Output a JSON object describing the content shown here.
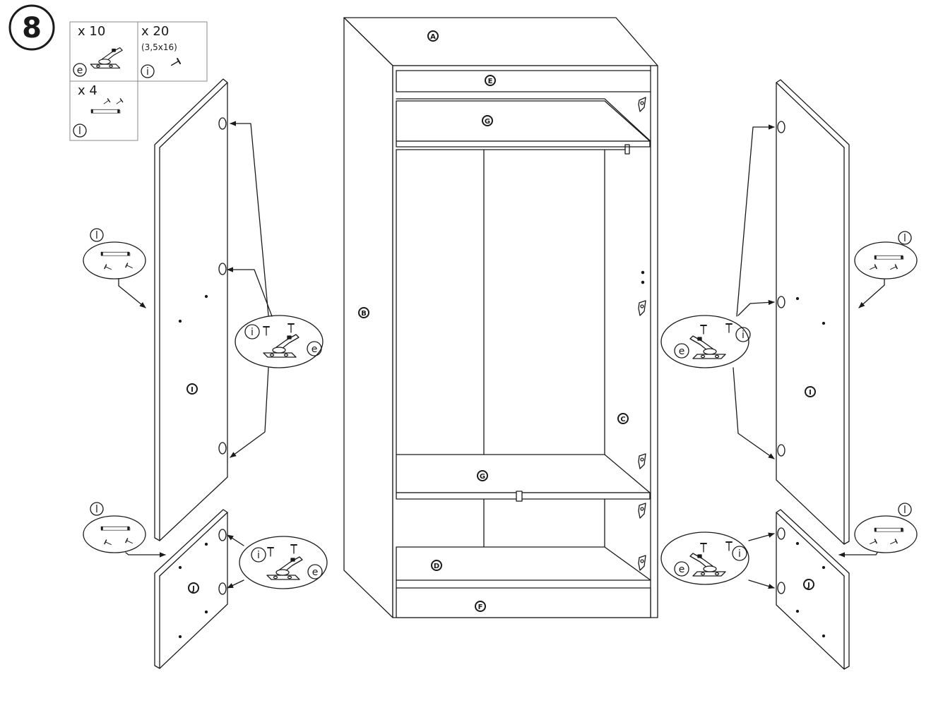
{
  "step": {
    "number": "8"
  },
  "parts_box": {
    "hinge": {
      "qty": "x 10",
      "code": "e"
    },
    "screw": {
      "qty": "x 20",
      "size": "(3,5x16)",
      "code": "i"
    },
    "handle": {
      "qty": "x 4",
      "code": "l"
    }
  },
  "panel_labels": {
    "top": "A",
    "left_side": "B",
    "right_side": "C",
    "bottom": "D",
    "top_rail": "E",
    "plinth": "F",
    "upper_shelf": "G",
    "lower_shelf": "G",
    "left_door": "I",
    "right_door": "I",
    "left_lower_door": "J",
    "right_lower_door": "J"
  },
  "callouts": {
    "left_handle_upper": "l",
    "left_handle_lower": "l",
    "right_handle_upper": "l",
    "right_handle_lower": "l",
    "left_hinge_upper": {
      "screw": "i",
      "hinge": "e"
    },
    "left_hinge_lower": {
      "screw": "i",
      "hinge": "e"
    },
    "right_hinge_upper": {
      "screw": "i",
      "hinge": "e"
    },
    "right_hinge_lower": {
      "screw": "i",
      "hinge": "e"
    }
  },
  "colors": {
    "line": "#1a1a1a",
    "background": "#ffffff",
    "box_border": "#888888"
  }
}
